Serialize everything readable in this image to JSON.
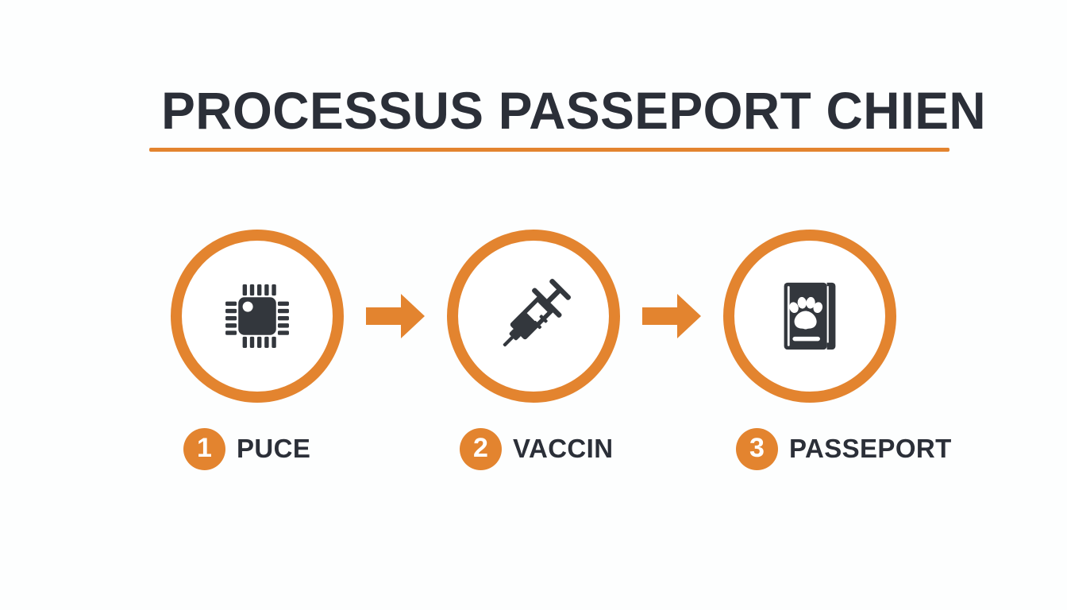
{
  "header": {
    "title": "PROCESSUS PASSEPORT CHIEN"
  },
  "theme": {
    "accent": "#E3842F",
    "ink": "#2B2F38",
    "background": "#FDFEFE",
    "icon_fill": "#33373D",
    "badge_text": "#FFFFFF"
  },
  "steps": [
    {
      "number": "1",
      "label": "PUCE",
      "icon": "microchip-icon"
    },
    {
      "number": "2",
      "label": "VACCIN",
      "icon": "syringe-icon"
    },
    {
      "number": "3",
      "label": "PASSEPORT",
      "icon": "passport-paw-book-icon"
    }
  ],
  "connectors": [
    {
      "icon": "arrow-right-icon"
    },
    {
      "icon": "arrow-right-icon"
    }
  ]
}
